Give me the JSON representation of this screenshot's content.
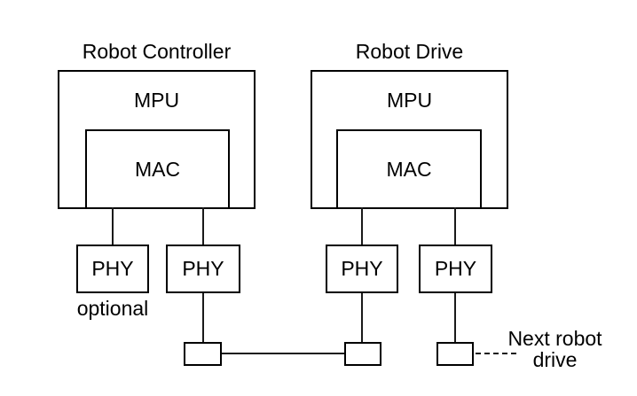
{
  "diagram": {
    "background": "#ffffff",
    "stroke": "#000000",
    "controller": {
      "title": "Robot Controller",
      "mpu": "MPU",
      "mac": "MAC",
      "phys": [
        {
          "label": "PHY",
          "note": "optional"
        },
        {
          "label": "PHY"
        }
      ]
    },
    "drive": {
      "title": "Robot Drive",
      "mpu": "MPU",
      "mac": "MAC",
      "phys": [
        {
          "label": "PHY"
        },
        {
          "label": "PHY"
        }
      ]
    },
    "bus": {
      "next_note": "Next robot drive"
    }
  }
}
